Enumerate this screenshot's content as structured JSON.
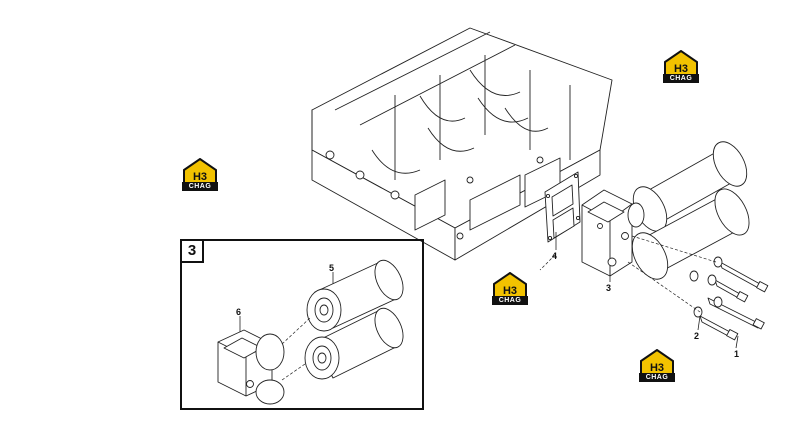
{
  "callouts": {
    "c1": "1",
    "c2": "2",
    "c3": "3",
    "c4": "4",
    "c5": "5",
    "c6": "6"
  },
  "inset": {
    "tag": "3"
  },
  "watermark": {
    "text": "CHAG",
    "logo_letters": "H3",
    "accent": "#f2c200"
  },
  "colors": {
    "line": "#222222",
    "fill": "#ffffff"
  }
}
